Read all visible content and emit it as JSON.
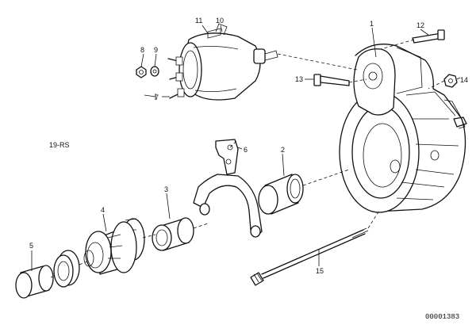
{
  "callouts": {
    "p1": "1",
    "p2": "2",
    "p3": "3",
    "p4": "4",
    "p5": "5",
    "p6": "6",
    "p7": "7",
    "p8": "8",
    "p9": "9",
    "p10": "10",
    "p11": "11",
    "p12": "12",
    "p13": "13",
    "p14": "14",
    "p15": "15"
  },
  "variant_note": "19-RS",
  "drawing_number": "00001383"
}
